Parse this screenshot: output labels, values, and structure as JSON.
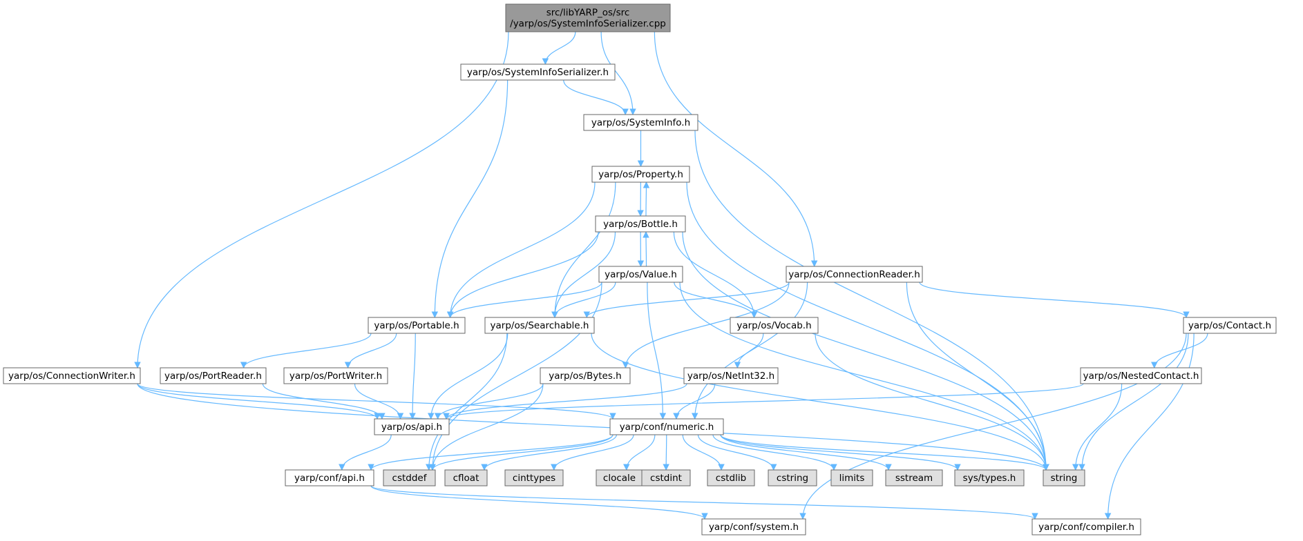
{
  "colors": {
    "edge": "#63B8FF",
    "node_fill": "#FFFFFF",
    "root_fill": "#999999",
    "system_fill": "#E0E0E0",
    "border": "#666666"
  },
  "nodes": [
    {
      "id": "root",
      "lines": [
        "src/libYARP_os/src",
        "/yarp/os/SystemInfoSerializer.cpp"
      ],
      "kind": "root"
    },
    {
      "id": "sis_h",
      "lines": [
        "yarp/os/SystemInfoSerializer.h"
      ],
      "kind": "local"
    },
    {
      "id": "si_h",
      "lines": [
        "yarp/os/SystemInfo.h"
      ],
      "kind": "local"
    },
    {
      "id": "property",
      "lines": [
        "yarp/os/Property.h"
      ],
      "kind": "local"
    },
    {
      "id": "bottle",
      "lines": [
        "yarp/os/Bottle.h"
      ],
      "kind": "local"
    },
    {
      "id": "value",
      "lines": [
        "yarp/os/Value.h"
      ],
      "kind": "local"
    },
    {
      "id": "connreader",
      "lines": [
        "yarp/os/ConnectionReader.h"
      ],
      "kind": "local"
    },
    {
      "id": "portable",
      "lines": [
        "yarp/os/Portable.h"
      ],
      "kind": "local"
    },
    {
      "id": "searchable",
      "lines": [
        "yarp/os/Searchable.h"
      ],
      "kind": "local"
    },
    {
      "id": "vocab",
      "lines": [
        "yarp/os/Vocab.h"
      ],
      "kind": "local"
    },
    {
      "id": "contact",
      "lines": [
        "yarp/os/Contact.h"
      ],
      "kind": "local"
    },
    {
      "id": "connwriter",
      "lines": [
        "yarp/os/ConnectionWriter.h"
      ],
      "kind": "local"
    },
    {
      "id": "portreader",
      "lines": [
        "yarp/os/PortReader.h"
      ],
      "kind": "local"
    },
    {
      "id": "portwriter",
      "lines": [
        "yarp/os/PortWriter.h"
      ],
      "kind": "local"
    },
    {
      "id": "bytes",
      "lines": [
        "yarp/os/Bytes.h"
      ],
      "kind": "local"
    },
    {
      "id": "netint32",
      "lines": [
        "yarp/os/NetInt32.h"
      ],
      "kind": "local"
    },
    {
      "id": "nested",
      "lines": [
        "yarp/os/NestedContact.h"
      ],
      "kind": "local"
    },
    {
      "id": "osapi",
      "lines": [
        "yarp/os/api.h"
      ],
      "kind": "local"
    },
    {
      "id": "numeric",
      "lines": [
        "yarp/conf/numeric.h"
      ],
      "kind": "local"
    },
    {
      "id": "confapi",
      "lines": [
        "yarp/conf/api.h"
      ],
      "kind": "local"
    },
    {
      "id": "cstddef",
      "lines": [
        "cstddef"
      ],
      "kind": "system"
    },
    {
      "id": "cfloat",
      "lines": [
        "cfloat"
      ],
      "kind": "system"
    },
    {
      "id": "cinttypes",
      "lines": [
        "cinttypes"
      ],
      "kind": "system"
    },
    {
      "id": "clocale",
      "lines": [
        "clocale"
      ],
      "kind": "system"
    },
    {
      "id": "cstdint",
      "lines": [
        "cstdint"
      ],
      "kind": "system"
    },
    {
      "id": "cstdlib",
      "lines": [
        "cstdlib"
      ],
      "kind": "system"
    },
    {
      "id": "cstring",
      "lines": [
        "cstring"
      ],
      "kind": "system"
    },
    {
      "id": "limits",
      "lines": [
        "limits"
      ],
      "kind": "system"
    },
    {
      "id": "sstream",
      "lines": [
        "sstream"
      ],
      "kind": "system"
    },
    {
      "id": "systypes",
      "lines": [
        "sys/types.h"
      ],
      "kind": "system"
    },
    {
      "id": "string",
      "lines": [
        "string"
      ],
      "kind": "system"
    },
    {
      "id": "confsystem",
      "lines": [
        "yarp/conf/system.h"
      ],
      "kind": "local"
    },
    {
      "id": "confcompiler",
      "lines": [
        "yarp/conf/compiler.h"
      ],
      "kind": "local"
    }
  ],
  "edges": [
    [
      "root",
      "sis_h"
    ],
    [
      "root",
      "si_h"
    ],
    [
      "root",
      "connreader"
    ],
    [
      "root",
      "connwriter"
    ],
    [
      "sis_h",
      "si_h"
    ],
    [
      "sis_h",
      "portable"
    ],
    [
      "si_h",
      "property"
    ],
    [
      "si_h",
      "string"
    ],
    [
      "property",
      "bottle"
    ],
    [
      "property",
      "portable"
    ],
    [
      "property",
      "searchable"
    ],
    [
      "property",
      "string"
    ],
    [
      "bottle",
      "property"
    ],
    [
      "bottle",
      "value"
    ],
    [
      "bottle",
      "portable"
    ],
    [
      "bottle",
      "searchable"
    ],
    [
      "bottle",
      "vocab"
    ],
    [
      "bottle",
      "string"
    ],
    [
      "value",
      "bottle"
    ],
    [
      "value",
      "portable"
    ],
    [
      "value",
      "searchable"
    ],
    [
      "value",
      "vocab"
    ],
    [
      "value",
      "numeric"
    ],
    [
      "value",
      "cstddef"
    ],
    [
      "value",
      "string"
    ],
    [
      "connreader",
      "searchable"
    ],
    [
      "connreader",
      "bytes"
    ],
    [
      "connreader",
      "contact"
    ],
    [
      "connreader",
      "numeric"
    ],
    [
      "connreader",
      "string"
    ],
    [
      "portable",
      "portreader"
    ],
    [
      "portable",
      "portwriter"
    ],
    [
      "portable",
      "osapi"
    ],
    [
      "searchable",
      "osapi"
    ],
    [
      "searchable",
      "cstddef"
    ],
    [
      "searchable",
      "string"
    ],
    [
      "vocab",
      "netint32"
    ],
    [
      "vocab",
      "string"
    ],
    [
      "contact",
      "nested"
    ],
    [
      "contact",
      "string"
    ],
    [
      "contact",
      "confsystem"
    ],
    [
      "contact",
      "confcompiler"
    ],
    [
      "connwriter",
      "osapi"
    ],
    [
      "connwriter",
      "numeric"
    ],
    [
      "connwriter",
      "string"
    ],
    [
      "portreader",
      "osapi"
    ],
    [
      "portwriter",
      "osapi"
    ],
    [
      "bytes",
      "osapi"
    ],
    [
      "bytes",
      "cstddef"
    ],
    [
      "netint32",
      "osapi"
    ],
    [
      "netint32",
      "numeric"
    ],
    [
      "nested",
      "osapi"
    ],
    [
      "nested",
      "string"
    ],
    [
      "osapi",
      "confapi"
    ],
    [
      "numeric",
      "confapi"
    ],
    [
      "numeric",
      "cstddef"
    ],
    [
      "numeric",
      "cfloat"
    ],
    [
      "numeric",
      "cinttypes"
    ],
    [
      "numeric",
      "clocale"
    ],
    [
      "numeric",
      "cstdint"
    ],
    [
      "numeric",
      "cstdlib"
    ],
    [
      "numeric",
      "cstring"
    ],
    [
      "numeric",
      "limits"
    ],
    [
      "numeric",
      "sstream"
    ],
    [
      "numeric",
      "systypes"
    ],
    [
      "numeric",
      "string"
    ],
    [
      "confapi",
      "confsystem"
    ],
    [
      "confapi",
      "confcompiler"
    ]
  ]
}
